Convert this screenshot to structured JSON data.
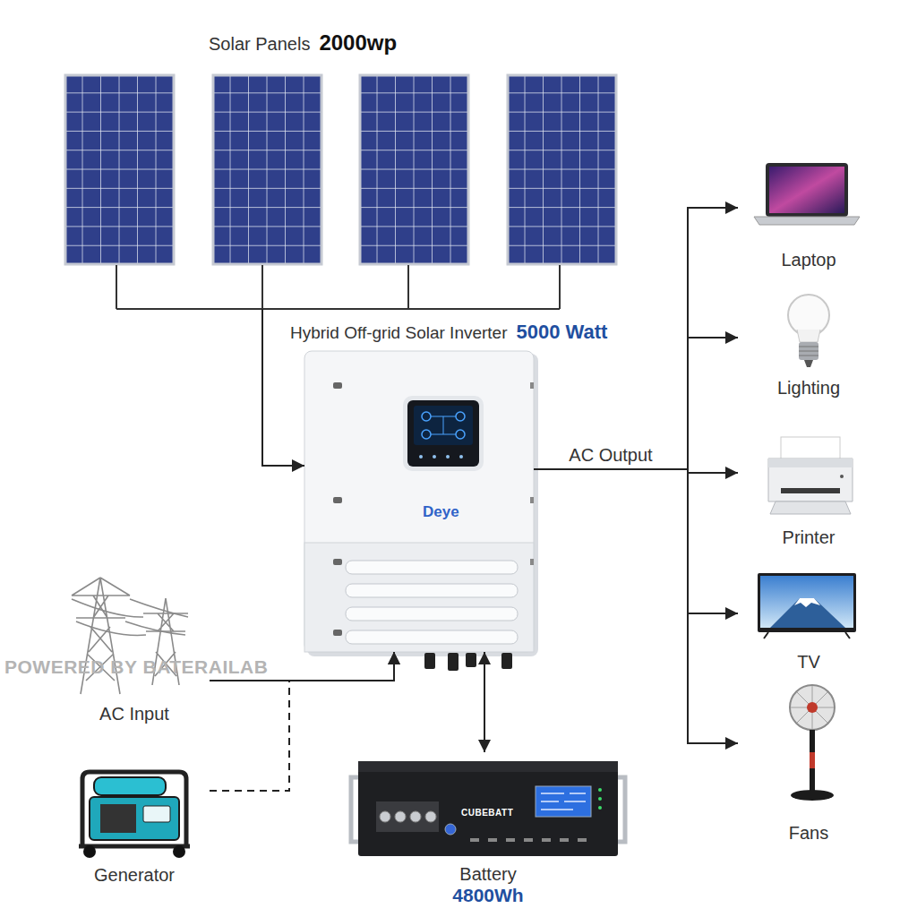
{
  "diagram": {
    "nodes": [
      {
        "text": [
          "Solar Panels",
          "2000wp"
        ]
      },
      {
        "text": [
          "Hybrid Off-grid Solar Inverter",
          "5000 Watt"
        ]
      },
      {
        "text": [
          "AC Input"
        ]
      },
      {
        "text": [
          "Generator"
        ]
      },
      {
        "text": [
          "Battery",
          "4800Wh"
        ]
      },
      {
        "text": [
          "Laptop"
        ]
      },
      {
        "text": [
          "Lighting"
        ]
      },
      {
        "text": [
          "Printer"
        ]
      },
      {
        "text": [
          "TV"
        ]
      },
      {
        "text": [
          "Fans"
        ]
      }
    ],
    "edges": [
      {
        "from": 0,
        "to": 1,
        "arrow": "to"
      },
      {
        "from": 2,
        "to": 1,
        "arrow": "to"
      },
      {
        "from": 3,
        "to": 1,
        "arrow": "to"
      },
      {
        "from": 1,
        "to": 4,
        "arrow": "both"
      },
      {
        "from": 1,
        "to": 5,
        "arrow": "to"
      },
      {
        "from": 1,
        "to": 6,
        "arrow": "to"
      },
      {
        "from": 1,
        "to": 7,
        "arrow": "to",
        "label": "AC Output"
      },
      {
        "from": 1,
        "to": 8,
        "arrow": "to"
      },
      {
        "from": 1,
        "to": 9,
        "arrow": "to"
      }
    ],
    "labels": [
      "Deye",
      "CUBEBATT",
      "POWERED BY BATERAILAB"
    ]
  }
}
